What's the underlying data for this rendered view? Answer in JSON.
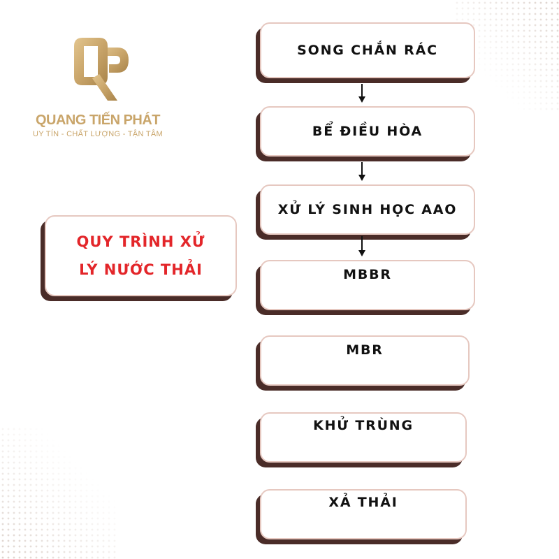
{
  "logo": {
    "monogram": "QP",
    "brand_name": "QUANG TIẾN PHÁT",
    "slogan": "UY TÍN - CHẤT LƯỢNG - TẬN TÂM",
    "color": "#c9a56a"
  },
  "title": {
    "line1": "QUY TRÌNH XỬ",
    "line2": "LÝ NƯỚC THẢI",
    "color": "#e3262a"
  },
  "steps": [
    {
      "label": "SONG CHẮN RÁC"
    },
    {
      "label": "BỂ ĐIỀU HÒA"
    },
    {
      "label": "XỬ LÝ SINH HỌC AAO"
    },
    {
      "label": "MBBR"
    },
    {
      "label": "MBR"
    },
    {
      "label": "KHỬ TRÙNG"
    },
    {
      "label": "XẢ THẢI"
    }
  ],
  "colors": {
    "box_border": "#e6c8c0",
    "box_shadow": "#4a2c28",
    "background": "#ffffff"
  }
}
